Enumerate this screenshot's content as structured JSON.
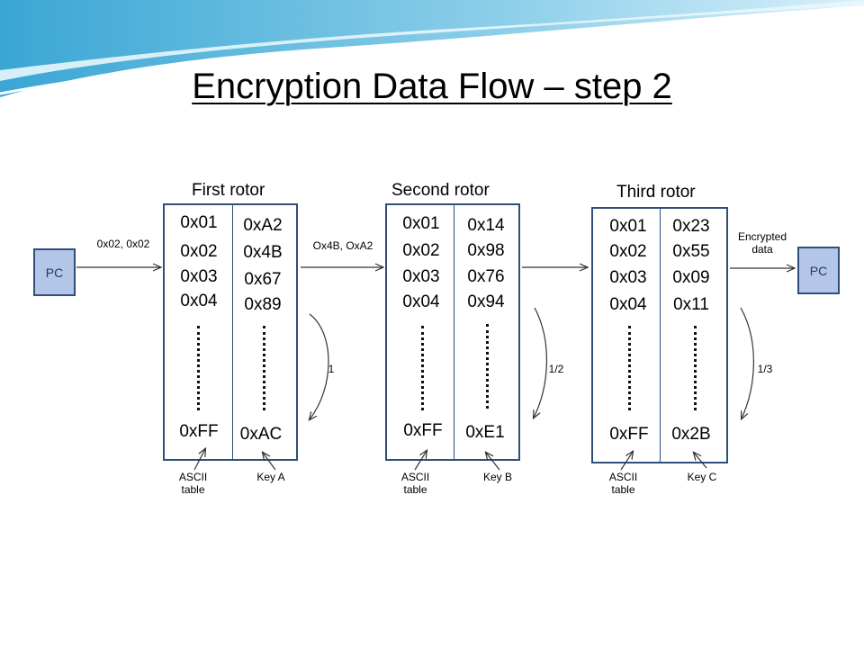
{
  "title": "Encryption Data Flow – step 2",
  "endpoints": {
    "left": "PC",
    "right": "PC"
  },
  "flow_labels": {
    "pc_to_first": "0x02, 0x02",
    "first_to_second": "Ox4B, OxA2",
    "third_to_pc": "Encrypted data"
  },
  "rotors": [
    {
      "name": "First rotor",
      "ascii": [
        "0x01",
        "0x02",
        "0x03",
        "0x04"
      ],
      "ascii_last": "0xFF",
      "key": [
        "0xA2",
        "0x4B",
        "0x67",
        "0x89"
      ],
      "key_last": "0xAC",
      "rotation": "1",
      "ascii_caption": "ASCII table",
      "key_caption": "Key A"
    },
    {
      "name": "Second rotor",
      "ascii": [
        "0x01",
        "0x02",
        "0x03",
        "0x04"
      ],
      "ascii_last": "0xFF",
      "key": [
        "0x14",
        "0x98",
        "0x76",
        "0x94"
      ],
      "key_last": "0xE1",
      "rotation": "1/2",
      "ascii_caption": "ASCII table",
      "key_caption": "Key B"
    },
    {
      "name": "Third rotor",
      "ascii": [
        "0x01",
        "0x02",
        "0x03",
        "0x04"
      ],
      "ascii_last": "0xFF",
      "key": [
        "0x23",
        "0x55",
        "0x09",
        "0x11"
      ],
      "key_last": "0x2B",
      "rotation": "1/3",
      "ascii_caption": "ASCII table",
      "key_caption": "Key C"
    }
  ],
  "colors": {
    "box_border": "#2f4f7a",
    "pc_fill": "#b4c6e7",
    "banner": "#5bb8dc"
  }
}
